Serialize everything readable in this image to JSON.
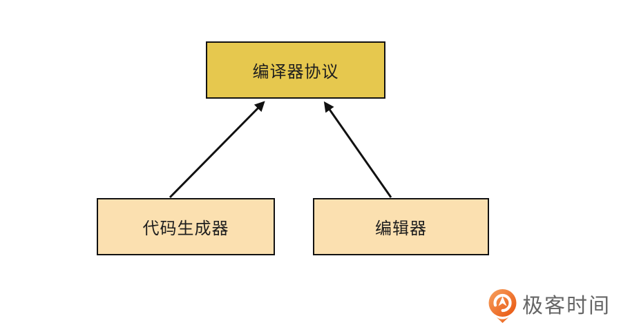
{
  "diagram": {
    "type": "block-diagram",
    "nodes": [
      {
        "id": "compiler-protocol",
        "label": "编译器协议",
        "role": "top"
      },
      {
        "id": "code-generator",
        "label": "代码生成器",
        "role": "bottom-left"
      },
      {
        "id": "editor",
        "label": "编辑器",
        "role": "bottom-right"
      }
    ],
    "edges": [
      {
        "from": "code-generator",
        "to": "compiler-protocol",
        "style": "solid-arrow"
      },
      {
        "from": "editor",
        "to": "compiler-protocol",
        "style": "solid-arrow"
      }
    ]
  },
  "colors": {
    "protocol_fill": "#E6C84E",
    "component_fill": "#FBE0B0",
    "node_border": "#111111",
    "arrow": "#111111",
    "node_text": "#1E1E1E",
    "logo_orange_light": "#F7A15E",
    "logo_orange_dark": "#E8540E",
    "logo_text": "#666666",
    "canvas_bg": "#FFFFFF"
  },
  "branding": {
    "logo_label": "极客时间",
    "logo_icon": "geektime-q-mark-icon"
  }
}
